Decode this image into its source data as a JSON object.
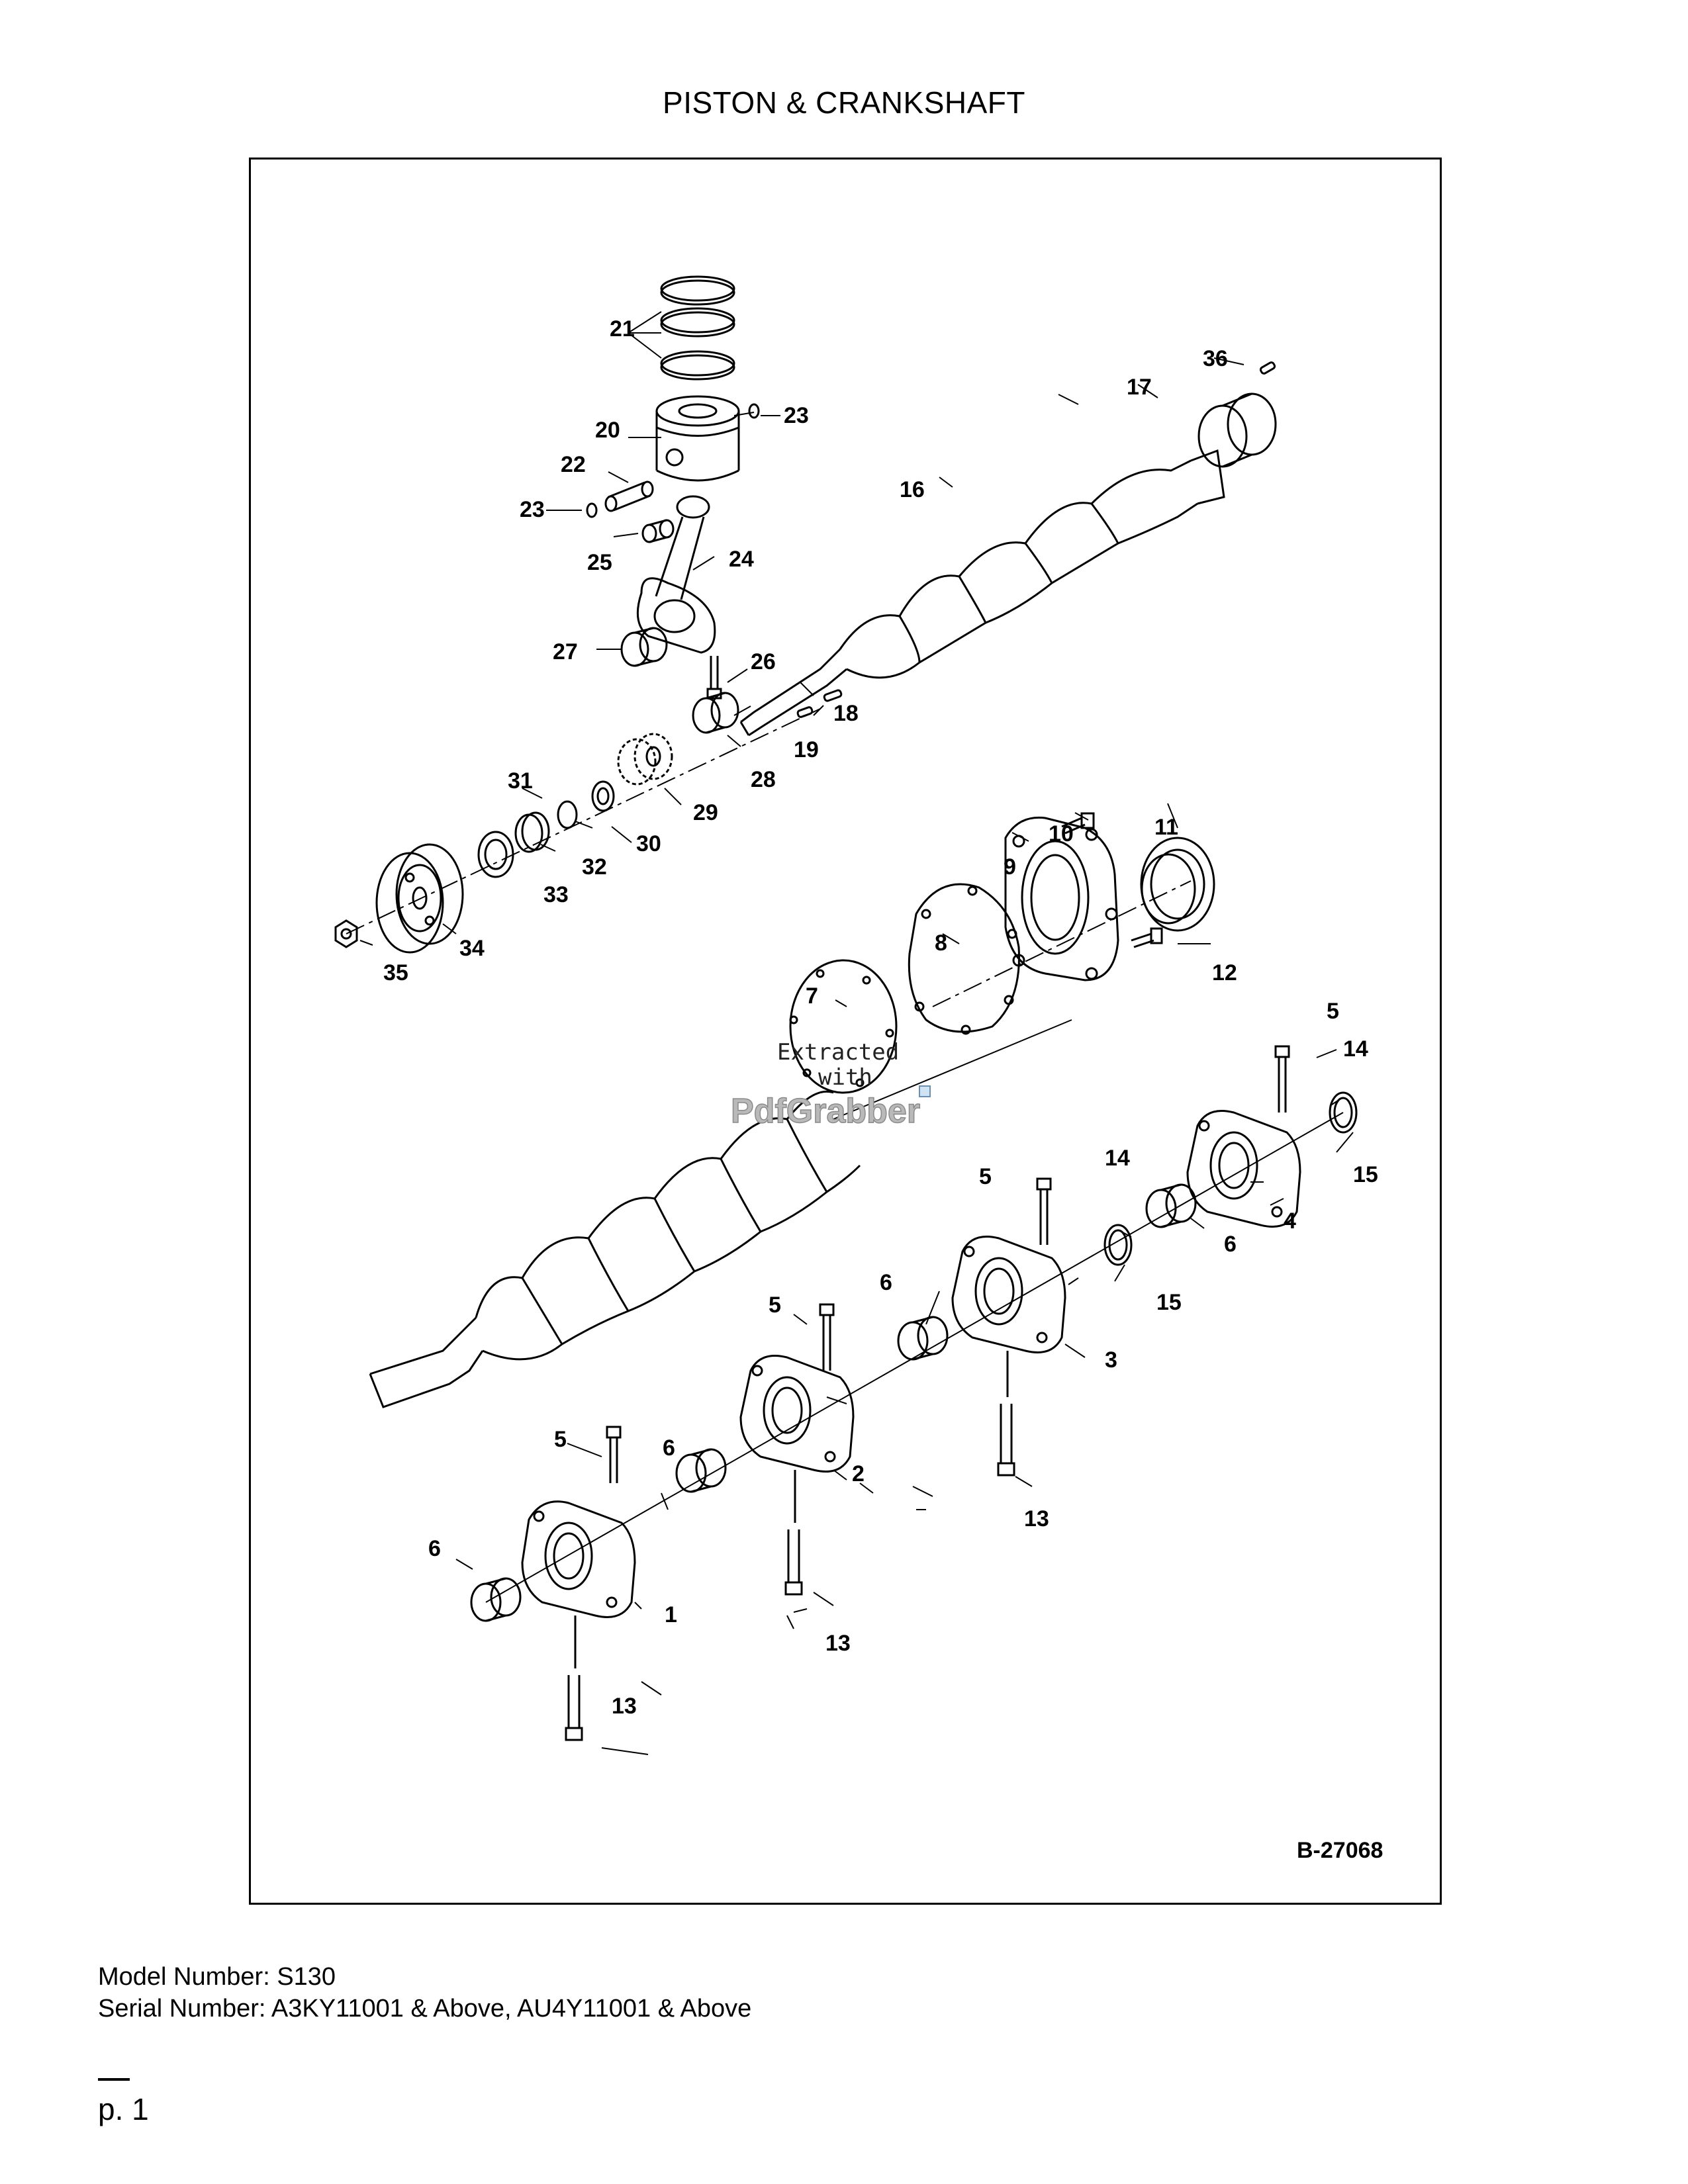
{
  "title": "PISTON & CRANKSHAFT",
  "figure_ref": "B-27068",
  "callouts": {
    "c1": "1",
    "c2": "2",
    "c3": "3",
    "c4": "4",
    "c5a": "5",
    "c5b": "5",
    "c5c": "5",
    "c5d": "5",
    "c6a": "6",
    "c6b": "6",
    "c6c": "6",
    "c6d": "6",
    "c7": "7",
    "c8": "8",
    "c9": "9",
    "c10": "10",
    "c11": "11",
    "c12": "12",
    "c13a": "13",
    "c13b": "13",
    "c13c": "13",
    "c14a": "14",
    "c14b": "14",
    "c15a": "15",
    "c15b": "15",
    "c16": "16",
    "c17": "17",
    "c18": "18",
    "c19": "19",
    "c20": "20",
    "c21": "21",
    "c22": "22",
    "c23a": "23",
    "c23b": "23",
    "c24": "24",
    "c25": "25",
    "c26": "26",
    "c27": "27",
    "c28": "28",
    "c29": "29",
    "c30": "30",
    "c31": "31",
    "c32": "32",
    "c33": "33",
    "c34": "34",
    "c35": "35",
    "c36": "36"
  },
  "watermark": {
    "line1": "Extracted",
    "line2": "with",
    "line3": "PdfGrabber"
  },
  "footer": {
    "model": "Model Number: S130",
    "serial": "Serial Number: A3KY11001 & Above, AU4Y11001 & Above",
    "page": "p. 1"
  }
}
